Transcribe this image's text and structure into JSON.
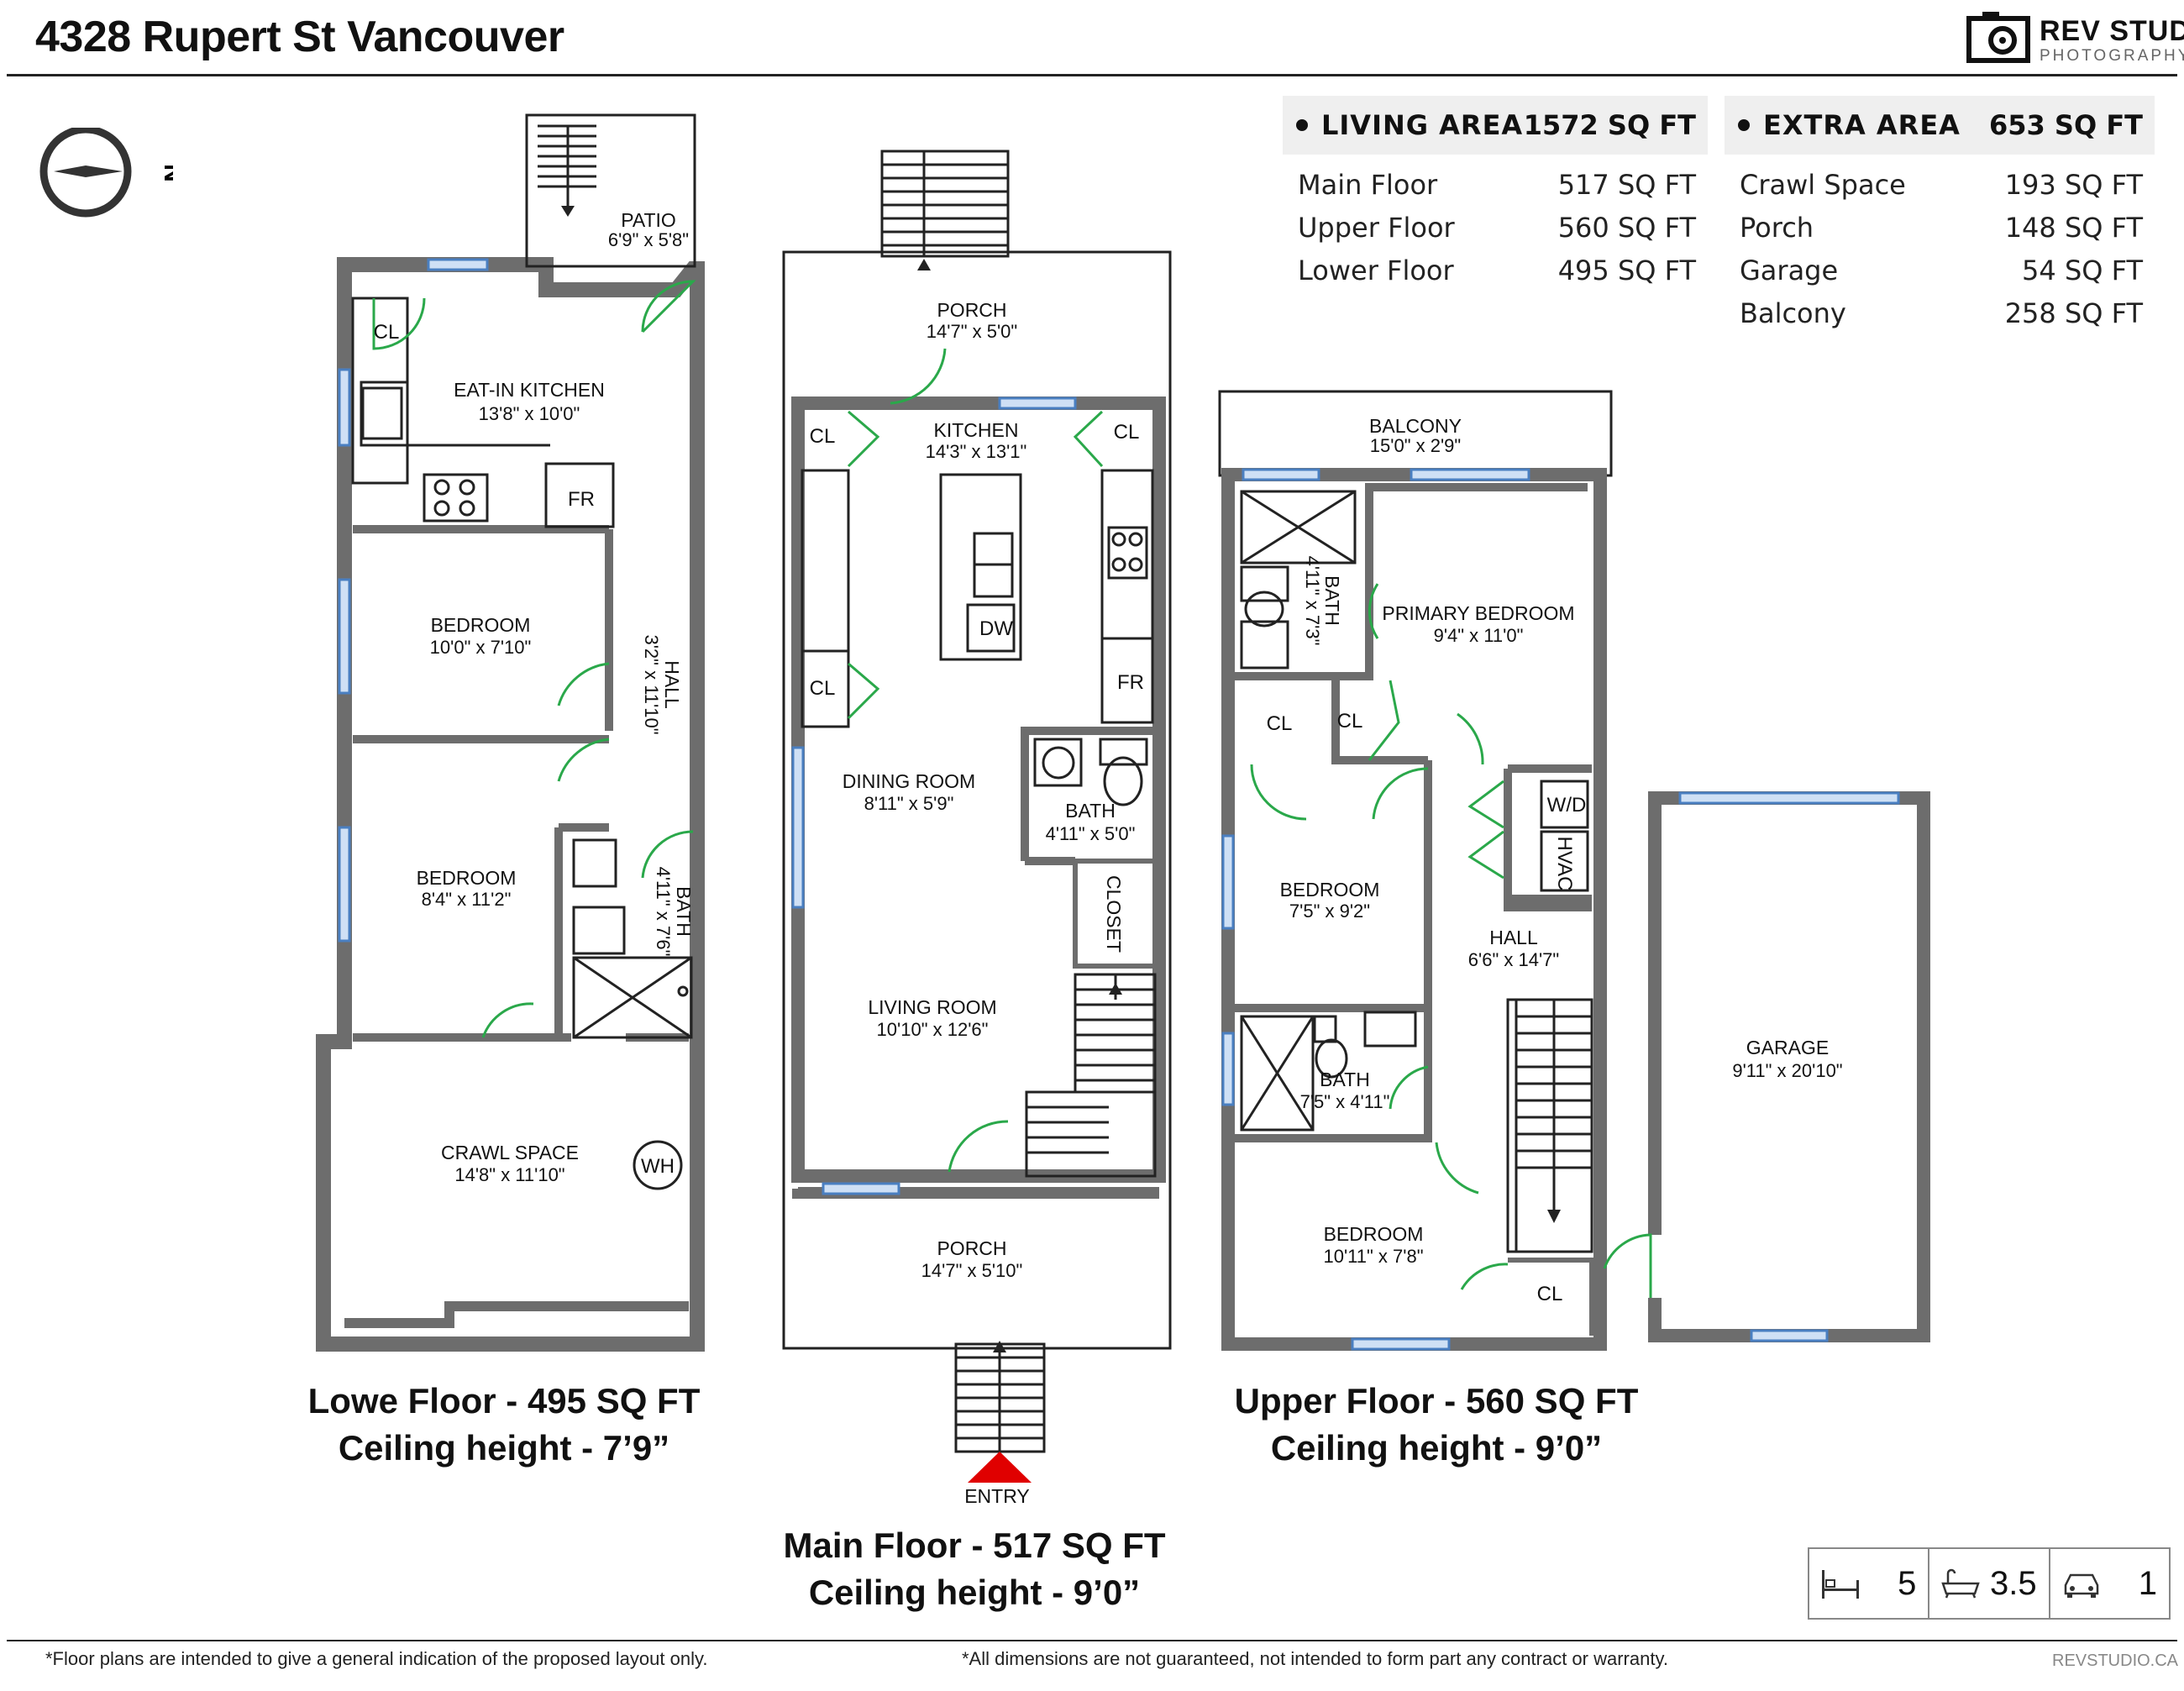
{
  "header": {
    "title": "4328 Rupert St Vancouver",
    "brand_name": "REV STUDIO",
    "brand_sub": "PHOTOGRAPHY"
  },
  "compass": {
    "label": "N"
  },
  "living_area": {
    "title": "LIVING AREA",
    "total": "1572 SQ FT",
    "rows": [
      {
        "label": "Main Floor",
        "value": "517 SQ FT"
      },
      {
        "label": "Upper Floor",
        "value": "560 SQ FT"
      },
      {
        "label": "Lower Floor",
        "value": "495 SQ FT"
      }
    ]
  },
  "extra_area": {
    "title": "EXTRA AREA",
    "total": "653 SQ FT",
    "rows": [
      {
        "label": "Crawl Space",
        "value": "193 SQ FT"
      },
      {
        "label": "Porch",
        "value": "148 SQ FT"
      },
      {
        "label": "Garage",
        "value": "54 SQ FT"
      },
      {
        "label": "Balcony",
        "value": "258 SQ FT"
      }
    ]
  },
  "lower": {
    "caption1": "Lowe Floor - 495 SQ FT",
    "caption2": "Ceiling height - 7’9”",
    "rooms": {
      "patio": {
        "name": "PATIO",
        "dim": "6'9\" x 5'8\""
      },
      "kitchen": {
        "name": "EAT-IN KITCHEN",
        "dim": "13'8\" x 10'0\""
      },
      "bed1": {
        "name": "BEDROOM",
        "dim": "10'0\" x 7'10\""
      },
      "bed2": {
        "name": "BEDROOM",
        "dim": "8'4\" x 11'2\""
      },
      "hall": {
        "name": "HALL",
        "dim": "3'2\" x 11'10\""
      },
      "bath": {
        "name": "BATH",
        "dim": "4'11\" x 7'6\""
      },
      "crawl": {
        "name": "CRAWL SPACE",
        "dim": "14'8\" x 11'10\""
      }
    },
    "fixtures": {
      "cl": "CL",
      "fr": "FR",
      "wh": "WH"
    }
  },
  "main": {
    "caption1": "Main Floor - 517 SQ FT",
    "caption2": "Ceiling height - 9’0”",
    "entry": "ENTRY",
    "rooms": {
      "porch_top": {
        "name": "PORCH",
        "dim": "14'7\" x 5'0\""
      },
      "kitchen": {
        "name": "KITCHEN",
        "dim": "14'3\" x 13'1\""
      },
      "dining": {
        "name": "DINING ROOM",
        "dim": "8'11\" x 5'9\""
      },
      "bath": {
        "name": "BATH",
        "dim": "4'11\" x 5'0\""
      },
      "closet": {
        "name": "CLOSET"
      },
      "living": {
        "name": "LIVING ROOM",
        "dim": "10'10\" x 12'6\""
      },
      "porch_bottom": {
        "name": "PORCH",
        "dim": "14'7\" x 5'10\""
      }
    },
    "fixtures": {
      "cl": "CL",
      "dw": "DW",
      "fr": "FR"
    }
  },
  "upper": {
    "caption1": "Upper Floor - 560 SQ FT",
    "caption2": "Ceiling height - 9’0”",
    "rooms": {
      "balcony": {
        "name": "BALCONY",
        "dim": "15'0\" x 2'9\""
      },
      "ens_bath": {
        "name": "BATH",
        "dim": "4'11\" x 7'3\""
      },
      "primary": {
        "name": "PRIMARY BEDROOM",
        "dim": "9'4\" x 11'0\""
      },
      "bed1": {
        "name": "BEDROOM",
        "dim": "7'5\" x 9'2\""
      },
      "hall": {
        "name": "HALL",
        "dim": "6'6\" x 14'7\""
      },
      "bath": {
        "name": "BATH",
        "dim": "7'5\" x 4'11\""
      },
      "bed2": {
        "name": "BEDROOM",
        "dim": "10'11\" x 7'8\""
      }
    },
    "fixtures": {
      "cl": "CL",
      "wd": "W/D",
      "hvac": "HVAC"
    }
  },
  "garage": {
    "name": "GARAGE",
    "dim": "9'11\" x 20'10\""
  },
  "counts": {
    "beds": "5",
    "baths": "3.5",
    "garage": "1"
  },
  "footer": {
    "left": "*Floor plans are intended to give a general indication of the proposed layout only.",
    "center": "*All dimensions are not guaranteed, not intended to form part any contract or warranty.",
    "right": "REVSTUDIO.CA"
  },
  "colors": {
    "wall": "#6d6d6d",
    "door": "#2aa84a",
    "window": "#4a7fc1",
    "entry": "#e00000"
  }
}
